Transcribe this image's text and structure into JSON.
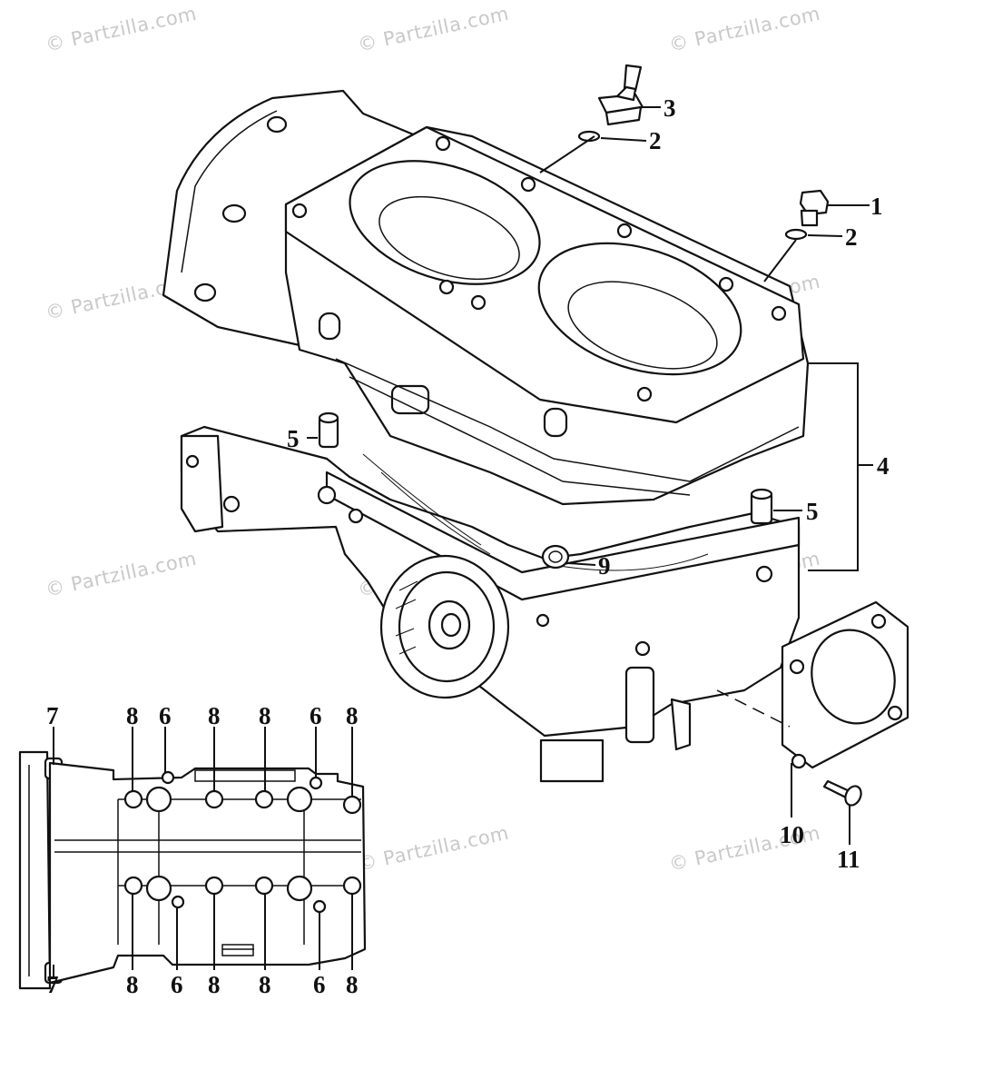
{
  "watermark": "© Partzilla.com",
  "callouts": {
    "c1": "1",
    "c2a": "2",
    "c2b": "2",
    "c3": "3",
    "c4": "4",
    "c5a": "5",
    "c5b": "5",
    "c9": "9",
    "c10": "10",
    "c11": "11"
  },
  "inset_top": [
    "7",
    "8",
    "6",
    "8",
    "8",
    "6",
    "8"
  ],
  "inset_bottom": [
    "7",
    "8",
    "6",
    "8",
    "8",
    "6",
    "8"
  ]
}
